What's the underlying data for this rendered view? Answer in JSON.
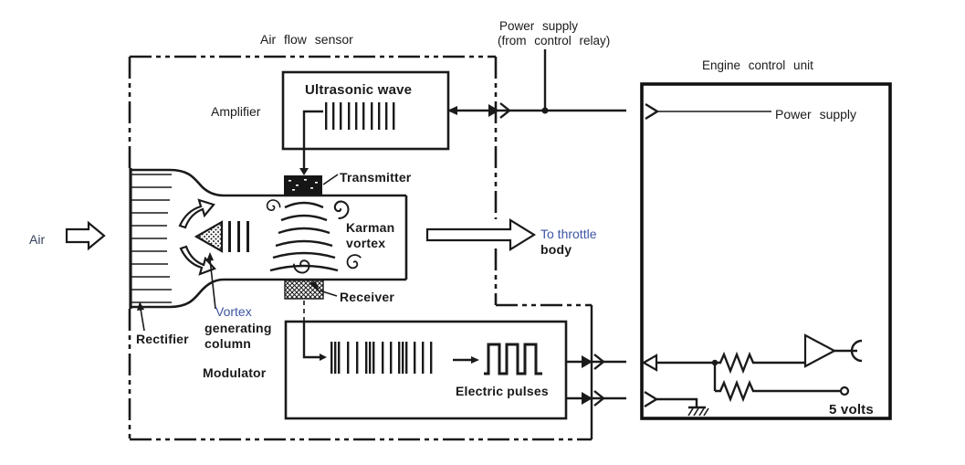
{
  "figure": {
    "title": "Air flow sensor",
    "air_label": "Air",
    "power_supply_top": {
      "line1": "Power supply",
      "line2": "(from control relay)"
    },
    "sensor": {
      "amplifier": "Amplifier",
      "ultrasonic_wave": "Ultrasonic wave",
      "transmitter": "Transmitter",
      "receiver": "Receiver",
      "karman": {
        "line1": "Karman",
        "line2": "vortex"
      },
      "vortex_column": {
        "line1": "Vortex",
        "line2": "generating",
        "line3": "column"
      },
      "rectifier": "Rectifier",
      "modulator": "Modulator",
      "electric_pulses": "Electric pulses"
    },
    "throttle": {
      "line1": "To throttle",
      "line2": "body"
    },
    "ecu": {
      "title": "Engine control unit",
      "power_supply": "Power supply",
      "five_volts": "5 volts"
    },
    "colors": {
      "ink": "#1a1a1a",
      "blue_label": "#3c55a4",
      "slate_label": "#36425c",
      "paper": "#ffffff"
    }
  }
}
